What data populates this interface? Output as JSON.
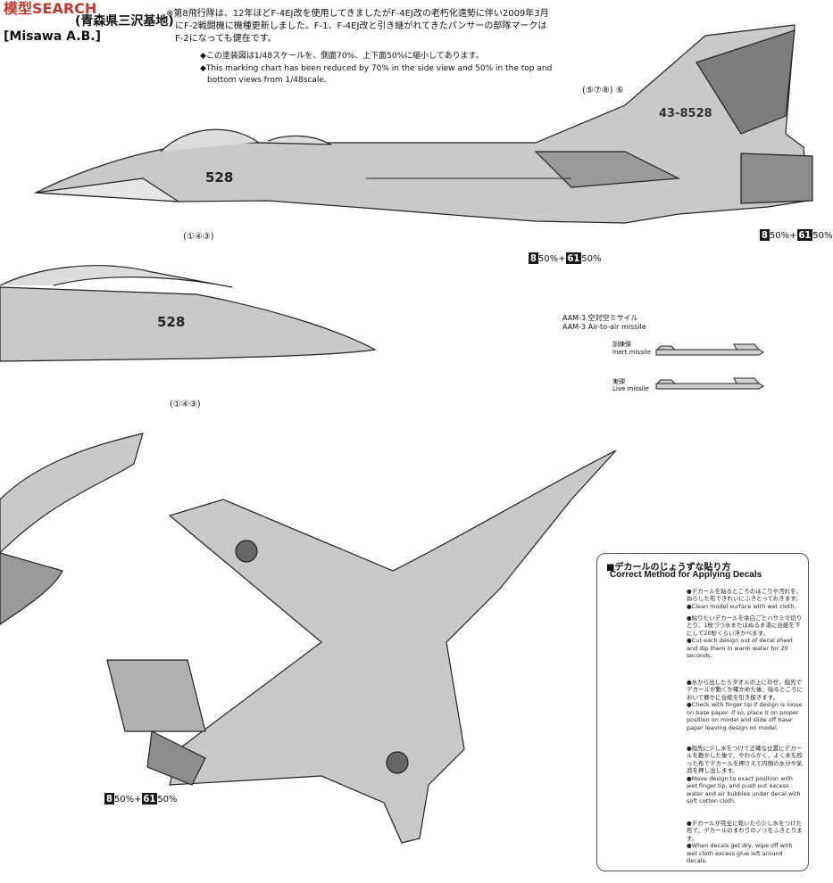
{
  "watermark": {
    "brand": "模型SEARCH",
    "text": "SEARCH"
  },
  "header": {
    "location_fragment": "(青森県三沢基地)",
    "base_en": "[Misawa A.B.]",
    "note_jp_line1": "※第8飛行隊は、12年ほどF-4EJ改を使用してきましたがF-4EJ改の老朽化遠勢に伴い2009年3月",
    "note_jp_line2": "にF-2戦闘機に機種更新しました。F-1、F-4EJ改と引き継がれてきたパンサーの部隊マークは",
    "note_jp_line3": "F-2になっても健在です。",
    "scale_jp": "◆この塗装図は1/48スケールを、側面70%、上下面50%に縮小してあります。",
    "scale_en_line1": "◆This marking chart has been reduced by 70% in the side view and 50% in the top and",
    "scale_en_line2": "bottom views from 1/48scale."
  },
  "side_view": {
    "tail_number": "43-8528",
    "nose_number": "528",
    "decals_right": [
      "8",
      "50%",
      "+",
      "61",
      "50%"
    ],
    "decals_bottom": [
      "8",
      "50%",
      "+",
      "61",
      "50%"
    ],
    "series_note": "(⑤⑦⑧) ⑥",
    "sub_note": "(①④③)"
  },
  "missile": {
    "title_jp": "AAM-3 空対空ミサイル",
    "title_en": "AAM-3 Air-to-air missile",
    "inert_jp": "訓練弾",
    "inert_en": "Inert missile",
    "live_jp": "実弾",
    "live_en": "Live missile"
  },
  "instructions": {
    "title_jp": "■デカールのじょうずな貼り方",
    "title_en": "Correct Method for Applying Decals",
    "steps": [
      {
        "jp": "●デカールを貼るところのほこりや汚れを、ぬらした布できれいにふきとっておきます。",
        "en": "●Clean model surface with wet cloth."
      },
      {
        "jp": "●貼りたいデカールを余白ごとハサミで切りとり、1枚づつ水またはぬるま湯に台紙を下にして20秒くらい浮かべます。",
        "en": "●Cut each design out of decal sheet and dip them in warm water for 20 seconds."
      },
      {
        "jp": "●水から出したらタオルの上にのせ、指先でデカールが動くか確かめた後、貼るところにおいて静かに台紙を引き抜きます。",
        "en": "●Check with finger tip if design is loose on base paper. If so, place it on proper position on model and slide off base paper leaving design on model."
      },
      {
        "jp": "●指先に少し水をつけて正確な位置にデカールを動かした後で、やわらかく、よく水を絞った布でデカールを押さえて内側の水分や気泡を押し出します。",
        "en": "●Move design to exact position with wet finger tip, and push out excess water and air bubbles under decal with soft cotton cloth."
      },
      {
        "jp": "●デカールが完全に乾いたら少し水をつけた布で、デカールのまわりのノリをふきとります。",
        "en": "●When decals get dry, wipe off with wet cloth excess glue left around decals."
      }
    ]
  },
  "colors": {
    "ink": "#1a1a1a",
    "camo_dark": "#7d7d7d",
    "camo_light": "#b9b9b9",
    "paper": "#ffffff"
  }
}
